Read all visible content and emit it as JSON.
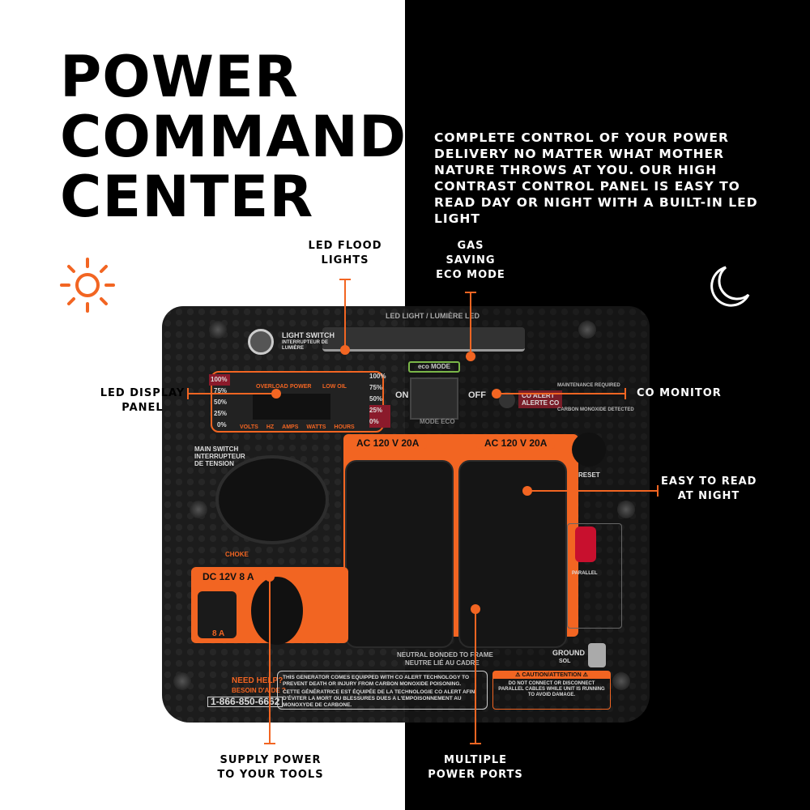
{
  "title": [
    "POWER",
    "COMMAND",
    "CENTER"
  ],
  "intro": "Complete control of your power delivery no matter what mother nature throws at you. Our high contrast control panel is easy to read day or night with a built-in LED light",
  "icons": {
    "day": "sun-icon",
    "night": "moon-icon"
  },
  "accent": "#f26522",
  "callouts": {
    "led_flood": [
      "LED FLOOD",
      "LIGHTS"
    ],
    "gas_saving": [
      "GAS",
      "SAVING",
      "ECO MODE"
    ],
    "led_display": [
      "LED DISPLAY",
      "PANEL"
    ],
    "co_monitor": "CO MONITOR",
    "easy_read": [
      "EASY TO READ",
      "AT NIGHT"
    ],
    "supply_power": [
      "SUPPLY POWER",
      "TO YOUR TOOLS"
    ],
    "multiple_ports": [
      "MULTIPLE",
      "POWER PORTS"
    ]
  },
  "panel": {
    "led_light": "LED LIGHT / LUMIÈRE LED",
    "light_switch": "LIGHT SWITCH",
    "light_switch_fr": "INTERRUPTEUR DE LUMIÈRE",
    "left_scale": [
      "100%",
      "75%",
      "50%",
      "25%",
      "0%"
    ],
    "right_scale": [
      "100%",
      "75%",
      "50%",
      "25%",
      "0%"
    ],
    "indicators": [
      "OVERLOAD",
      "POWER",
      "LOW OIL"
    ],
    "units": [
      "VOLTS",
      "HZ",
      "AMPS",
      "WATTS",
      "HOURS"
    ],
    "eco": "eco MODE",
    "on": "ON",
    "off": "OFF",
    "mode_eco": "MODE ECO",
    "co_alert": "CO ALERT",
    "co_alert_fr": "ALERTE CO",
    "maintenance": "MAINTENANCE REQUIRED",
    "co_detected": "CARBON MONOXIDE DETECTED",
    "main_switch": "MAIN SWITCH",
    "main_switch_fr": "INTERRUPTEUR DE TENSION",
    "choke": "CHOKE",
    "outlet_a": "AC 120 V 20A",
    "outlet_b": "AC 120 V 20A",
    "reset": "RESET",
    "parallel": "PARALLEL",
    "dc": "DC 12V   8 A",
    "dc_fuse": "8 A",
    "bonded": "NEUTRAL BONDED TO FRAME",
    "bonded_fr": "NEUTRE LIÉ AU CADRE",
    "ground": "GROUND",
    "ground_fr": "SOL",
    "need_help": "NEED HELP?",
    "need_help_fr": "BESOIN D'AIDE ?",
    "phone": "1-866-850-6662",
    "co_notice": "THIS GENERATOR COMES EQUIPPED WITH CO ALERT TECHNOLOGY TO PREVENT DEATH OR INJURY FROM CARBON MONOXIDE POISONING.",
    "co_notice_fr": "CETTE GÉNÉRATRICE EST ÉQUIPÉE DE LA TECHNOLOGIE CO ALERT AFIN D'ÉVITER LA MORT OU BLESSURES DUES A L'EMPOISONNEMENT AU MONOXYDE DE CARBONE.",
    "caution": "⚠ CAUTION/ATTENTION ⚠",
    "caution_text": "DO NOT CONNECT OR DISCONNECT PARALLEL CABLES WHILE UNIT IS RUNNING TO AVOID DAMAGE."
  }
}
